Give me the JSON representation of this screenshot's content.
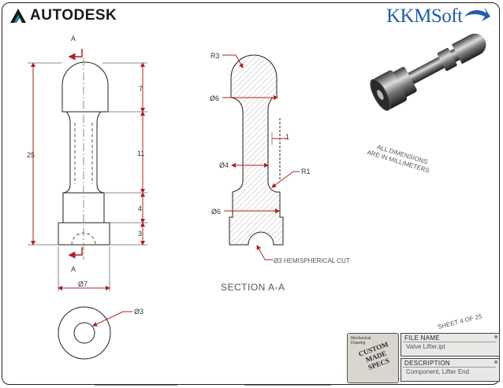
{
  "logos": {
    "autodesk": "AUTODESK",
    "kkm": "KKMSoft"
  },
  "dimensions": {
    "overall_height": "25",
    "seg_top": "7",
    "seg_mid": "11",
    "seg_lower": "4",
    "seg_base": "3",
    "width_base": "Ø7",
    "section_r_top": "R3",
    "section_d_cap": "Ø6",
    "section_step": "1",
    "section_d_neck": "Ø4",
    "section_fillet": "R1",
    "section_d_base": "Ø6",
    "hole_callout": "Ø3 HEMISPHERICAL CUT",
    "bottom_hole": "Ø3"
  },
  "section": {
    "cut_label_top": "A",
    "cut_label_bottom": "A",
    "title": "SECTION A-A"
  },
  "notes": {
    "line1": "ALL DIMENSIONS",
    "line2": "ARE IN MILLIMETERS",
    "sheet": "SHEET 4 OF 25"
  },
  "titleblock": {
    "badge_small": "Mechanical Drawing",
    "badge_stamp": "CUSTOM MADE SPECS",
    "file_header": "FILE NAME",
    "file_value": "Valve Lifter.ipt",
    "desc_header": "DESCRIPTION",
    "desc_value": "Component, Lifter End"
  }
}
